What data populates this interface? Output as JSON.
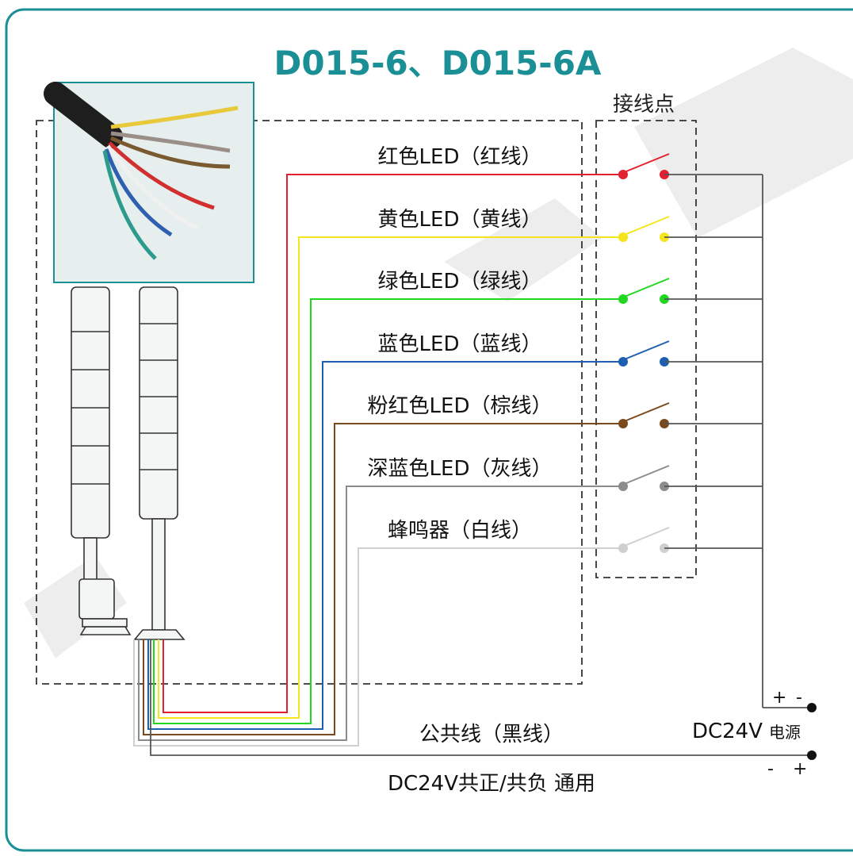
{
  "title": "D015-6、D015-6A",
  "terminal_label": "接线点",
  "wires": [
    {
      "label": "红色LED（红线）",
      "color": "#e3202f"
    },
    {
      "label": "黄色LED（黄线）",
      "color": "#f5e51b"
    },
    {
      "label": "绿色LED（绿线）",
      "color": "#21d821"
    },
    {
      "label": "蓝色LED（蓝线）",
      "color": "#1d5fb0"
    },
    {
      "label": "粉红色LED（棕线）",
      "color": "#7a4a1e"
    },
    {
      "label": "深蓝色LED（灰线）",
      "color": "#8c8c8c"
    },
    {
      "label": "蜂鸣器（白线）",
      "color": "#cfcfcf"
    }
  ],
  "common_wire_label": "公共线（黑线）",
  "power_label_a": "DC24V",
  "power_label_b": "电源",
  "power_top_signs": {
    "left": "+",
    "right": "-"
  },
  "power_bottom_signs": {
    "left": "-",
    "right": "+"
  },
  "footer_note": "DC24V共正/共负 通用",
  "colors": {
    "frame": "#1a8f95",
    "title": "#1a8f95",
    "common": "#555555",
    "dashed": "#333333"
  }
}
